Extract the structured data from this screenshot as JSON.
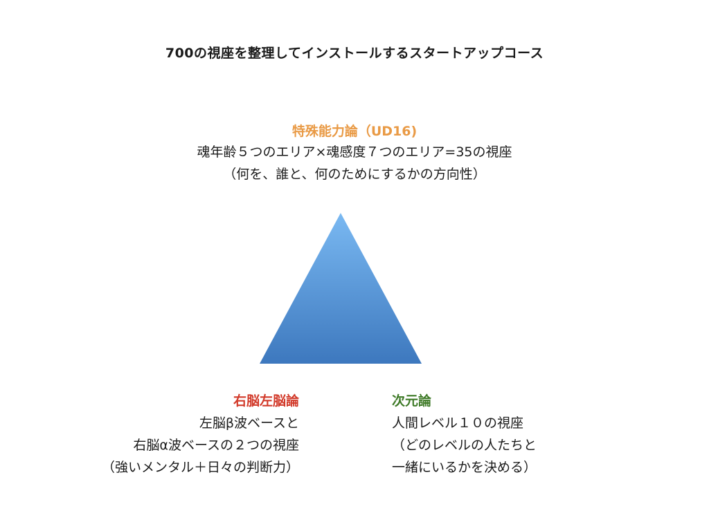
{
  "title": "700の視座を整理してインストールするスタートアップコース",
  "colors": {
    "top_heading": "#E99A45",
    "left_heading": "#D23A2A",
    "right_heading": "#3E7A27",
    "triangle_top": "#7AB9F2",
    "triangle_bottom": "#3D78BE"
  },
  "top": {
    "heading": "特殊能力論（UD16)",
    "lines": [
      "魂年齢５つのエリア×魂感度７つのエリア=35の視座",
      "（何を、誰と、何のためにするかの方向性）"
    ]
  },
  "left": {
    "heading": "右脳左脳論",
    "lines": [
      "左脳β波ベースと",
      "右脳α波ベースの２つの視座",
      "（強いメンタル＋日々の判断力）"
    ]
  },
  "right": {
    "heading": "次元論",
    "lines": [
      "人間レベル１０の視座",
      "（どのレベルの人たちと",
      "一緒にいるかを決める）"
    ]
  }
}
